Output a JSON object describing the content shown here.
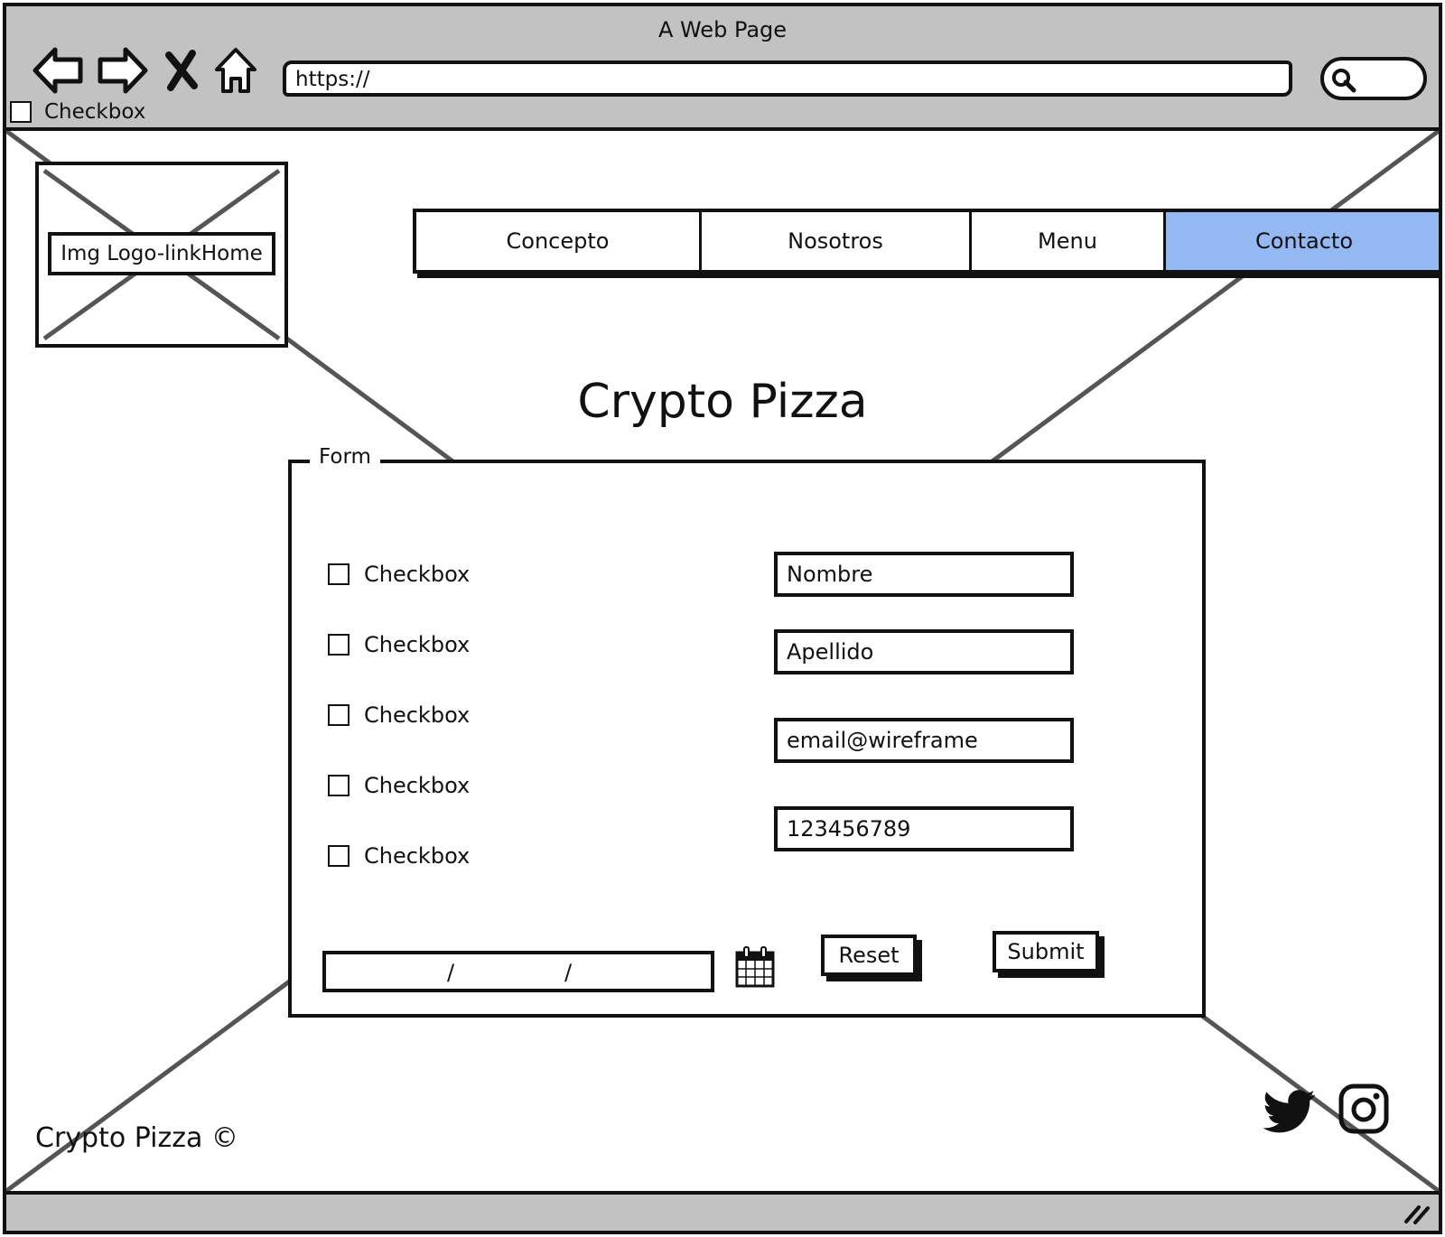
{
  "window": {
    "title": "A Web Page"
  },
  "toolbar": {
    "url": "https://",
    "checkbox_label": "Checkbox",
    "icons": [
      "back-arrow-icon",
      "forward-arrow-icon",
      "close-x-icon",
      "home-icon",
      "search-icon"
    ]
  },
  "header": {
    "logo_label": "Img Logo-linkHome",
    "menu": [
      {
        "label": "Concepto",
        "active": false
      },
      {
        "label": "Nosotros",
        "active": false
      },
      {
        "label": "Menu",
        "active": false
      },
      {
        "label": "Contacto",
        "active": true
      }
    ],
    "active_color": "#93b8f2"
  },
  "main": {
    "title": "Crypto Pizza",
    "form": {
      "legend": "Form",
      "checkboxes": [
        "Checkbox",
        "Checkbox",
        "Checkbox",
        "Checkbox",
        "Checkbox"
      ],
      "fields": {
        "nombre": "Nombre",
        "apellido": "Apellido",
        "email": "email@wireframe",
        "phone": "123456789"
      },
      "date_separator": "/",
      "reset_label": "Reset",
      "submit_label": "Submit"
    }
  },
  "footer": {
    "copyright": "Crypto Pizza ©",
    "social_icons": [
      "twitter-icon",
      "instagram-icon"
    ]
  }
}
